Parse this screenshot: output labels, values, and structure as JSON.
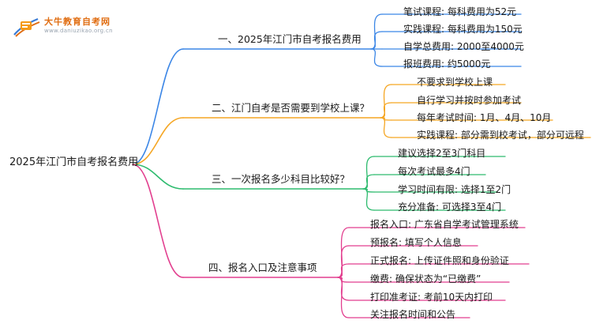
{
  "brand": {
    "name": "大牛教育自考网",
    "url": "www.daniuzikao.org.cn"
  },
  "root": "2025年江门市自考报名费用",
  "branches": [
    {
      "label": "一、2025年江门市自考报名费用",
      "color": "#3b86e6",
      "leaves": [
        "笔试课程: 每科费用为52元",
        "实践课程: 每科费用为150元",
        "自学总费用: 2000至4000元",
        "报班费用: 约5000元"
      ]
    },
    {
      "label": "二、江门自考是否需要到学校上课？",
      "color": "#f5a623",
      "leaves": [
        "不要求到学校上课",
        "自行学习并按时参加考试",
        "每年考试时间: 1月、4月、10月",
        "实践课程: 部分需到校考试，部分可远程"
      ]
    },
    {
      "label": "三、一次报名多少科目比较好？",
      "color": "#2dbb6e",
      "leaves": [
        "建议选择2至3门科目",
        "每次考试最多4门",
        "学习时间有限: 选择1至2门",
        "充分准备: 可选择3至4门"
      ]
    },
    {
      "label": "四、报名入口及注意事项",
      "color": "#e23f8f",
      "leaves": [
        "报名入口: 广东省自学考试管理系统",
        "预报名: 填写个人信息",
        "正式报名: 上传证件照和身份验证",
        "缴费: 确保状态为“已缴费”",
        "打印准考证: 考前10天内打印",
        "关注报名时间和公告"
      ]
    }
  ]
}
